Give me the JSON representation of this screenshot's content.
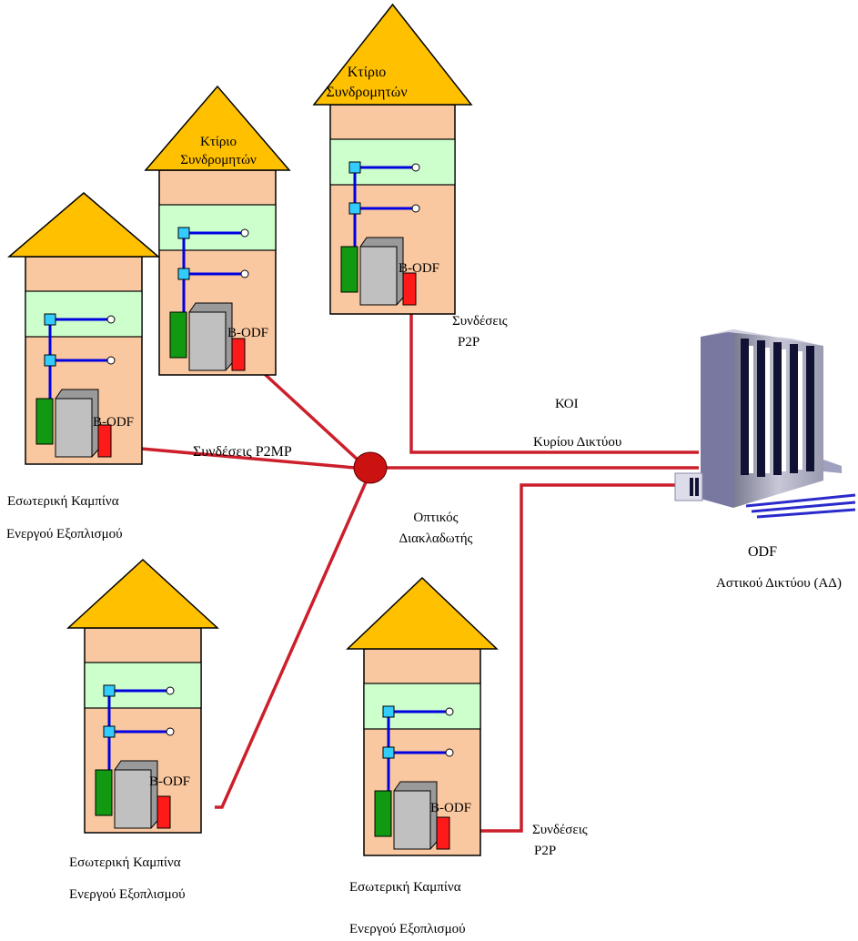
{
  "labels": {
    "roof_building_top": "Κτίριο Συνδρομητών",
    "roof_line1": "Κτίριο",
    "roof_line2": "Συνδρομητών",
    "bodf": "B-ODF",
    "p2p_top_line1": "Συνδέσεις",
    "p2p_top_line2": "P2P",
    "p2mp": "Συνδέσεις P2MP",
    "koi": "ΚΟΙ",
    "koi_sub": "Κυρίου Δικτύου",
    "splitter_line1": "Οπτικός",
    "splitter_line2": "Διακλαδωτής",
    "odf": "ODF",
    "odf_sub": "Αστικού Δικτύου (ΑΔ)",
    "cabinet_line1": "Εσωτερική Καμπίνα",
    "cabinet_line2": "Ενεργού Εξοπλισμού",
    "p2p_bottom_line1": "Συνδέσεις",
    "p2p_bottom_line2": "P2P"
  },
  "colors": {
    "roof": "#FFC000",
    "building": "#FAC8A0",
    "panel": "#CCFFCC",
    "wire": "#0000E0",
    "fiber": "#CC1F2B",
    "node": "#33CCFF",
    "equipment_grey": "#C0C0C0",
    "equipment_green": "#119911",
    "equipment_red": "#FF1A1A",
    "splitter": "#CC1111"
  }
}
